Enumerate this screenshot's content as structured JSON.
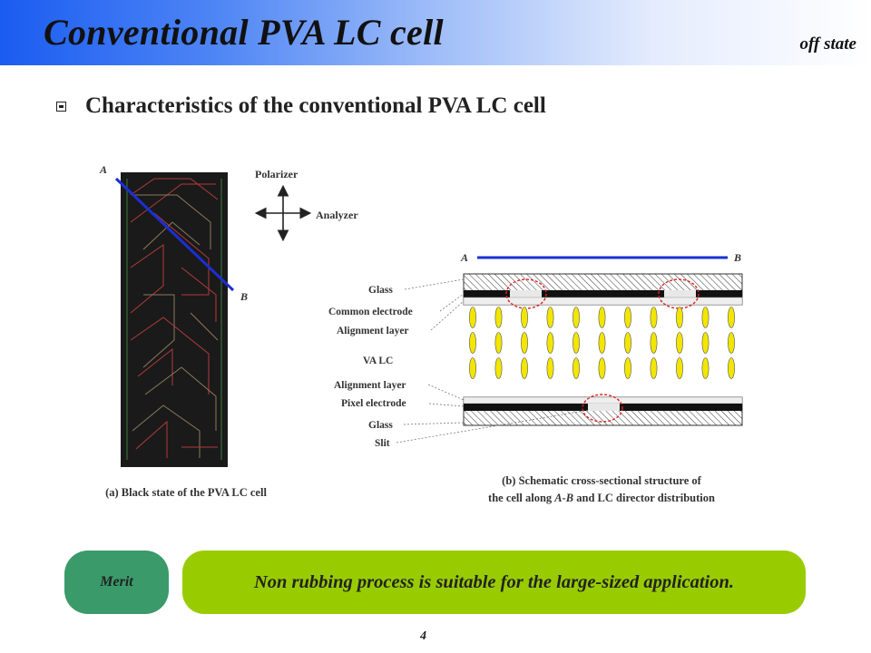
{
  "header": {
    "title": "Conventional PVA LC cell",
    "state": "off state"
  },
  "section": {
    "heading": "Characteristics of the conventional PVA LC cell"
  },
  "figure_a": {
    "point_a": "A",
    "point_b": "B",
    "polarizer_label": "Polarizer",
    "analyzer_label": "Analyzer",
    "caption": "(a) Black state of the PVA LC cell"
  },
  "figure_b": {
    "point_a": "A",
    "point_b": "B",
    "layer_labels": [
      "Glass",
      "Common electrode",
      "Alignment layer",
      "VA LC",
      "Alignment layer",
      "Pixel electrode",
      "Glass",
      "Slit"
    ],
    "caption_line1": "(b) Schematic cross-sectional structure of",
    "caption_line2_pre": "the cell along ",
    "caption_line2_ab": "A-B",
    "caption_line2_post": " and LC director distribution"
  },
  "merit": {
    "label": "Merit",
    "text": "Non rubbing process is suitable for the large-sized application."
  },
  "page_number": "4",
  "colors": {
    "header_blue": "#1a5cf0",
    "line_blue": "#1a2fd6",
    "merit_green": "#3a9a6a",
    "note_green": "#99cc00",
    "lc_yellow": "#f2e600"
  }
}
